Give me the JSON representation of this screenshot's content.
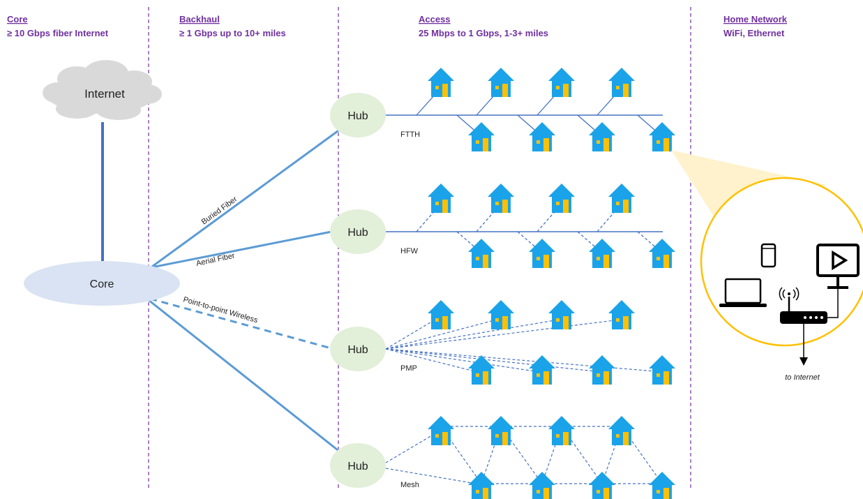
{
  "columns": [
    {
      "title": "Core",
      "subtitle": "≥ 10 Gbps fiber Internet"
    },
    {
      "title": "Backhaul",
      "subtitle": "≥ 1 Gbps up to 10+ miles"
    },
    {
      "title": "Access",
      "subtitle": "25 Mbps to 1 Gbps, 1-3+ miles"
    },
    {
      "title": "Home Network",
      "subtitle": "WiFi, Ethernet"
    }
  ],
  "nodes": {
    "internet": "Internet",
    "core": "Core",
    "hub": "Hub"
  },
  "links": [
    {
      "label": "Buried Fiber"
    },
    {
      "label": "Aerial Fiber"
    },
    {
      "label": "Point-to-point Wireless"
    }
  ],
  "access_types": [
    "FTTH",
    "HFW",
    "PMP",
    "Mesh"
  ],
  "home_network": {
    "devices": [
      "phone-icon",
      "laptop-icon",
      "router-icon",
      "tv-icon"
    ],
    "uplink_label": "to Internet"
  },
  "colors": {
    "header": "#7030a0",
    "divider": "#7030a0",
    "link": "#5b9bd5",
    "access_line": "#4472c4",
    "house": "#1aa3e8",
    "house_door": "#ffc000",
    "hub_fill": "#e2efd9",
    "core_fill": "#dae3f3",
    "cloud_fill": "#d9d9d9",
    "zoom_ring": "#ffc000",
    "zoom_beam": "#fff2cc"
  }
}
